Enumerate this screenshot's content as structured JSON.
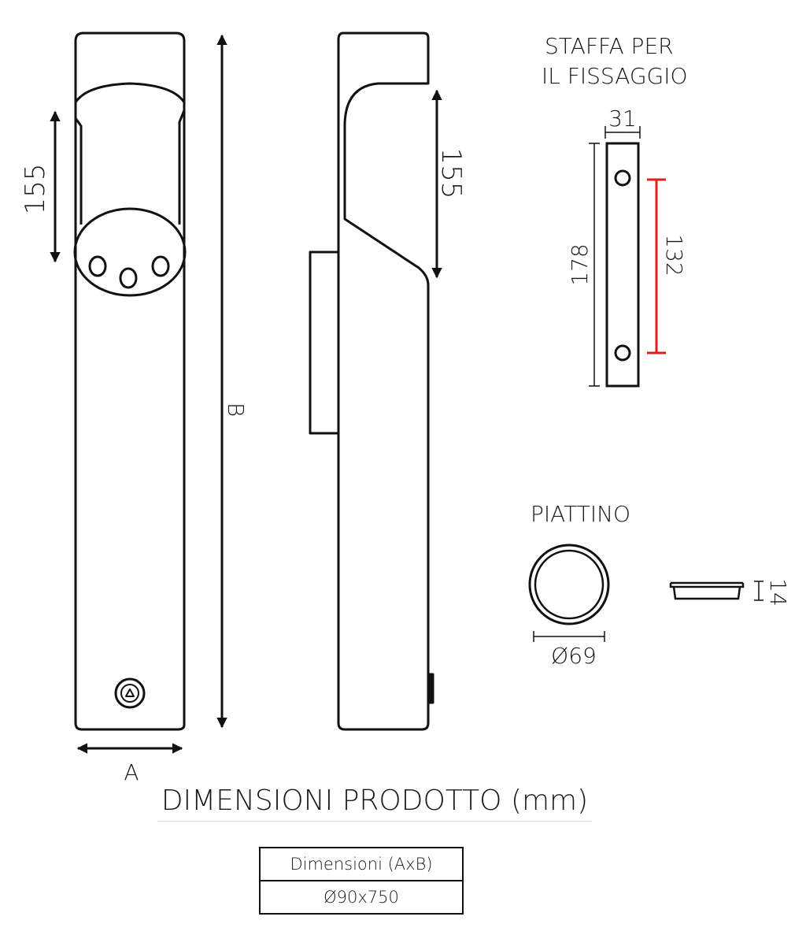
{
  "title": "DIMENSIONI PRODOTTO (mm)",
  "front_view": {
    "dim_upper": "155",
    "dim_height": "B",
    "dim_width": "A"
  },
  "side_view": {
    "dim_upper": "155"
  },
  "bracket": {
    "title_line1": "STAFFA PER",
    "title_line2": "IL FISSAGGIO",
    "dim_width": "31",
    "dim_height": "178",
    "dim_holes": "132",
    "holes_dim_color": "#e02020"
  },
  "plate": {
    "title": "PIATTINO",
    "dim_diameter": "Ø69",
    "dim_height": "14"
  },
  "table": {
    "header": "Dimensioni (AxB)",
    "value": "Ø90x750"
  }
}
